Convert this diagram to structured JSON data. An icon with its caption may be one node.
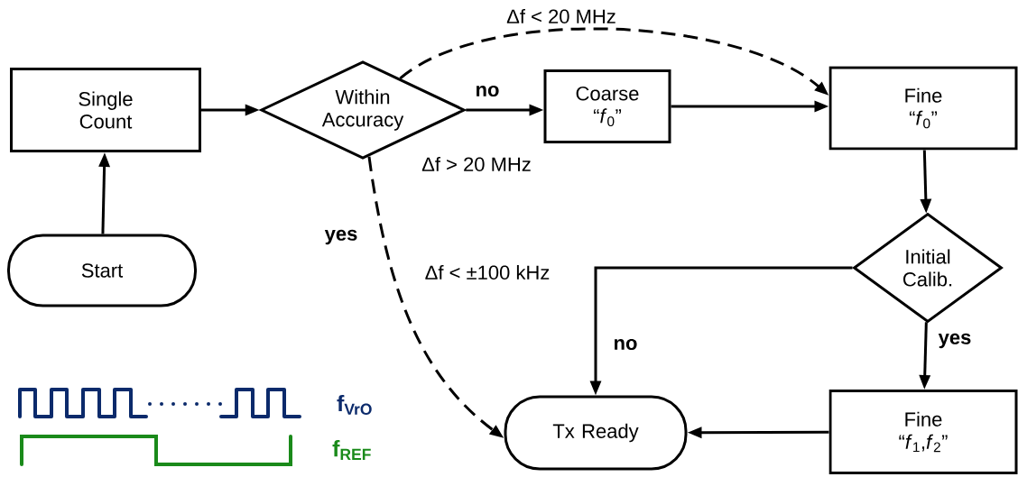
{
  "diagram": {
    "nodes": [
      {
        "text": [
          "Single Count"
        ]
      },
      {
        "text": [
          "Within Accuracy"
        ]
      },
      {
        "text": [
          "Coarse",
          "“*f*$_{0}$”"
        ]
      },
      {
        "text": [
          "Fine",
          "“*f*$_{0}$”"
        ]
      },
      {
        "text": [
          "Initial Calib."
        ]
      },
      {
        "text": [
          "Fine",
          "“*f*$_{1}$,*f*$_{2}$”"
        ]
      },
      {
        "text": [
          "Tx Ready"
        ]
      },
      {
        "text": [
          "Start"
        ]
      }
    ],
    "edges": [
      {
        "from": 7,
        "to": 0,
        "arrow": "to"
      },
      {
        "from": 0,
        "to": 1,
        "arrow": "to"
      },
      {
        "from": 1,
        "to": 2,
        "arrow": "to",
        "label": "no"
      },
      {
        "from": 2,
        "to": 3,
        "arrow": "to"
      },
      {
        "from": 1,
        "to": 3,
        "arrow": "to",
        "style": "dashed",
        "label": "Δf < 20 MHz"
      },
      {
        "from": 1,
        "to": 6,
        "arrow": "to",
        "style": "dashed",
        "label": "yes"
      },
      {
        "from": 3,
        "to": 4,
        "arrow": "to"
      },
      {
        "from": 4,
        "to": 6,
        "arrow": "to",
        "label": "no"
      },
      {
        "from": 4,
        "to": 5,
        "arrow": "to",
        "label": "yes"
      },
      {
        "from": 5,
        "to": 6,
        "arrow": "to"
      }
    ],
    "labels": [
      "Δf > 20 MHz",
      "Δf < ±100 kHz"
    ],
    "legend": [
      {
        "text": "f$_{VrO}$"
      },
      {
        "text": "f$_{REF}$"
      }
    ]
  }
}
